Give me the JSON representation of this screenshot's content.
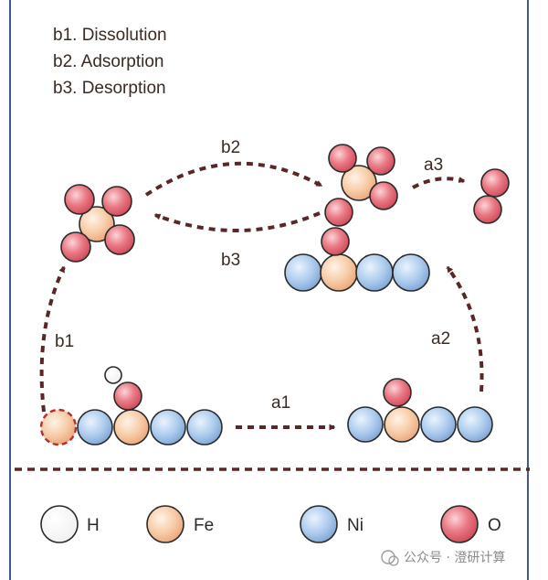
{
  "steps": {
    "b1_desc": "b1. Dissolution",
    "b2_desc": "b2. Adsorption",
    "b3_desc": "b3. Desorption"
  },
  "arrow_labels": {
    "a1": "a1",
    "a2": "a2",
    "a3": "a3",
    "b1": "b1",
    "b2": "b2",
    "b3": "b3"
  },
  "legend": [
    {
      "symbol": "H",
      "label": "H",
      "color": "#ffffff"
    },
    {
      "symbol": "Fe",
      "label": "Fe",
      "color": "#f6c9a4"
    },
    {
      "symbol": "Ni",
      "label": "Ni",
      "color": "#a9c9ec"
    },
    {
      "symbol": "O",
      "label": "O",
      "color": "#e8707c"
    }
  ],
  "colors": {
    "frame": "#3d5a8a",
    "arrow": "#5a2626",
    "vacancy": "#b82e2e"
  },
  "watermark": "公众号 · 澄研计算"
}
